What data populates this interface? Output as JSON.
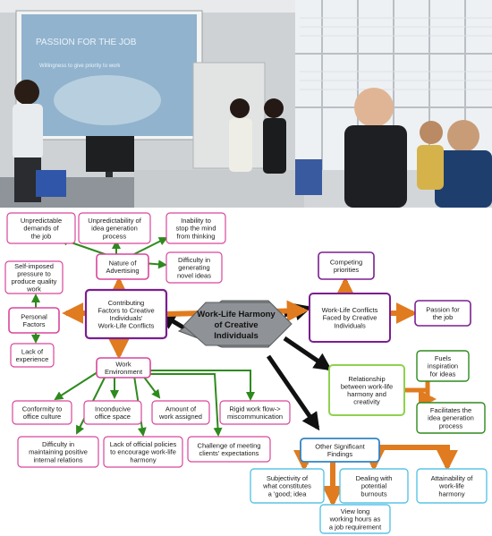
{
  "photo": {
    "slide_title": "PASSION FOR THE JOB",
    "slide_bullet": "Willingness to give priority to work"
  },
  "diagram": {
    "center": {
      "lines": [
        "Work-Life Harmony",
        "of Creative",
        "Individuals"
      ],
      "color": "#8b8e92"
    },
    "colors": {
      "pink": "#d9469b",
      "purple": "#7b1e90",
      "green": "#2e8a1e",
      "lime": "#8fd14f",
      "teal": "#2f84c5",
      "cyan": "#5bc4e6",
      "orange": "#e07b1f",
      "black": "#111111"
    },
    "nodes": {
      "unpredictable_demands": [
        "Unpredictable",
        "demands of",
        "the job"
      ],
      "idea_generation": [
        "Unpredictability of",
        "idea generation",
        "process"
      ],
      "inability_stop": [
        "Inability to",
        "stop the mind",
        "from thinking"
      ],
      "nature_advertising": [
        "Nature of",
        "Advertising"
      ],
      "difficulty_novel": [
        "Difficulty in",
        "generating",
        "novel ideas"
      ],
      "self_imposed": [
        "Self-imposed",
        "pressure to",
        "produce quality",
        "work"
      ],
      "contributing": [
        "Contributing",
        "Factors to Creative",
        "Individuals'",
        "Work-Life Conflicts"
      ],
      "personal": [
        "Personal",
        "Factors"
      ],
      "lack_experience": [
        "Lack of",
        "experience"
      ],
      "work_environment": [
        "Work",
        "Environment"
      ],
      "conformity": [
        "Conformity to",
        "office culture"
      ],
      "inconducive": [
        "Inconducive",
        "office space"
      ],
      "amount_work": [
        "Amount of",
        "work assigned"
      ],
      "rigid_flow": [
        "Rigid work flow->",
        "miscommunication"
      ],
      "difficulty_relations": [
        "Difficulty in",
        "maintaining positive",
        "internal relations"
      ],
      "lack_policies": [
        "Lack of official policies",
        "to encourage work-life",
        "harmony"
      ],
      "challenge_clients": [
        "Challenge of meeting",
        "clients' expectations"
      ],
      "competing": [
        "Competing",
        "priorities"
      ],
      "conflicts_faced": [
        "Work-Life Conflicts",
        "Faced by Creative",
        "Individuals"
      ],
      "passion": [
        "Passion for",
        "the job"
      ],
      "relationship": [
        "Relationship",
        "between work-life",
        "harmony and",
        "creativity"
      ],
      "fuels": [
        "Fuels",
        "inspiration",
        "for ideas"
      ],
      "facilitates": [
        "Facilitates the",
        "idea generation",
        "process"
      ],
      "other_findings": [
        "Other Significant",
        "Findings"
      ],
      "subjectivity": [
        "Subjectivity of",
        "what constitutes",
        "a 'good; idea"
      ],
      "burnouts": [
        "Dealing with",
        "potential",
        "burnouts"
      ],
      "attainability": [
        "Attainability of",
        "work-life",
        "harmony"
      ],
      "long_hours": [
        "View long",
        "working hours as",
        "a job requirement"
      ]
    }
  }
}
